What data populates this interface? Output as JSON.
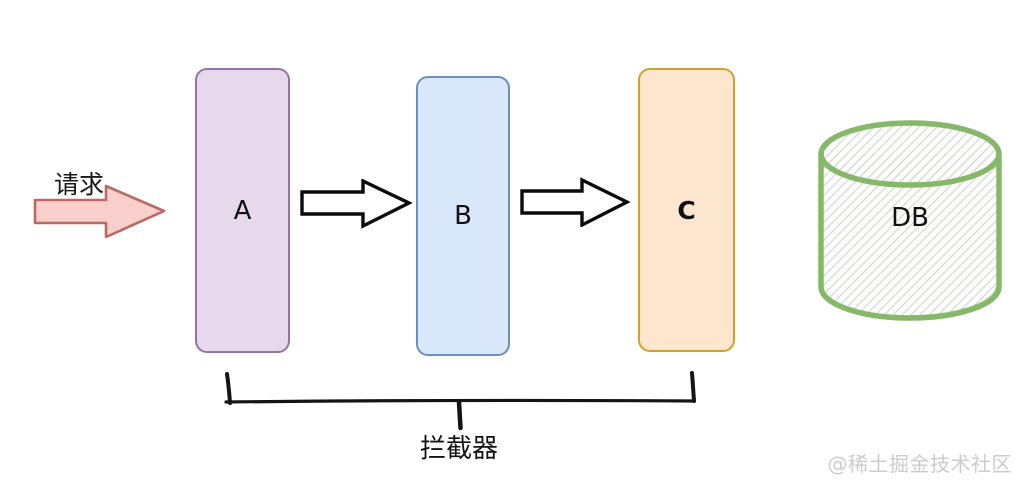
{
  "diagram": {
    "request_label": "请求",
    "nodes": [
      {
        "label": "A"
      },
      {
        "label": "B"
      },
      {
        "label": "C"
      }
    ],
    "db_label": "DB",
    "interceptor_label": "拦截器",
    "watermark": "@稀土掘金技术社区",
    "colors": {
      "request_arrow_fill": "#F8CFCB",
      "request_arrow_stroke": "#B96A62",
      "node_a_fill": "#E5D9EB",
      "node_a_stroke": "#9673A6",
      "node_b_fill": "#DAE8FC",
      "node_b_stroke": "#6C8EBF",
      "node_c_fill": "#FCE6CD",
      "node_c_stroke": "#D0A030",
      "flow_arrow_fill": "#FFFFFF",
      "flow_arrow_stroke": "#0B0B0B",
      "db_stroke": "#85B868",
      "db_hatch": "#D3DBD0",
      "bracket_stroke": "#141414",
      "watermark_color": "#CCCCCC",
      "background": "#FFFFFF"
    }
  }
}
